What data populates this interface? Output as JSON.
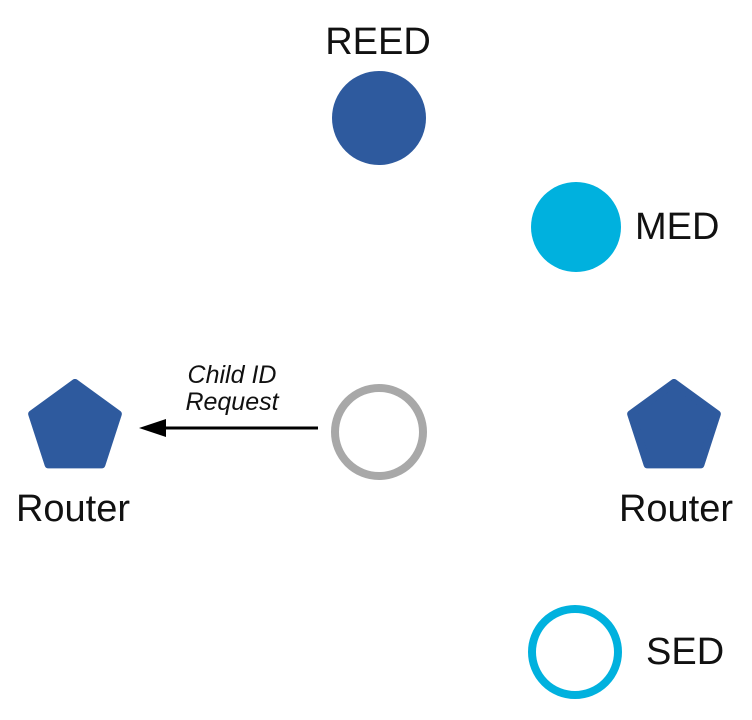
{
  "diagram": {
    "nodes": {
      "reed": {
        "label": "REED",
        "icon": "filled-circle"
      },
      "med": {
        "label": "MED",
        "icon": "filled-circle"
      },
      "router_left": {
        "label": "Router",
        "icon": "pentagon"
      },
      "parent": {
        "icon": "outlined-circle"
      },
      "router_right": {
        "label": "Router",
        "icon": "pentagon"
      },
      "sed": {
        "label": "SED",
        "icon": "outlined-circle"
      }
    },
    "message": {
      "line1": "Child ID",
      "line2": "Request"
    },
    "colors": {
      "router_blue": "#2E5A9E",
      "device_cyan": "#00B1DE",
      "pending_gray": "#A8A8A8",
      "node_fill": "#FFFFFF",
      "arrow_black": "#000000"
    }
  }
}
